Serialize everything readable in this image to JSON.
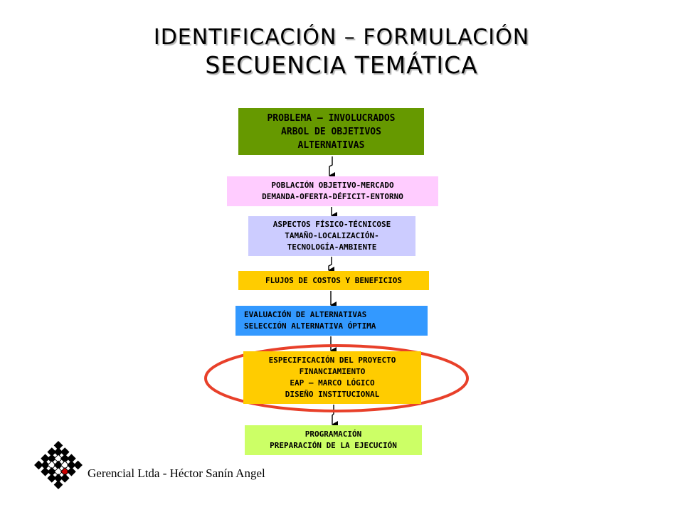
{
  "title": {
    "line1": "IDENTIFICACIÓN – FORMULACIÓN",
    "line2": "SECUENCIA TEMÁTICA"
  },
  "steps": [
    {
      "lines": [
        "PROBLEMA – INVOLUCRADOS",
        "ARBOL DE OBJETIVOS",
        "ALTERNATIVAS"
      ],
      "color": "#669900"
    },
    {
      "lines": [
        "POBLACIÓN OBJETIVO-MERCADO",
        "DEMANDA-OFERTA-DÉFICIT-ENTORNO"
      ],
      "color": "#ffccff"
    },
    {
      "lines": [
        "ASPECTOS FÍSICO-TÉCNICOSE",
        "TAMAÑO-LOCALIZACIÓN-",
        "TECNOLOGÍA-AMBIENTE"
      ],
      "color": "#ccccff"
    },
    {
      "lines": [
        "FLUJOS DE COSTOS Y BENEFICIOS"
      ],
      "color": "#ffcc00"
    },
    {
      "lines": [
        "EVALUACIÓN DE ALTERNATIVAS",
        "SELECCIÓN ALTERNATIVA ÓPTIMA"
      ],
      "color": "#3399ff"
    },
    {
      "lines": [
        "ESPECIFICACIÓN DEL PROYECTO",
        "FINANCIAMIENTO",
        "EAP – MARCO LÓGICO",
        "DISEÑO INSTITUCIONAL"
      ],
      "color": "#ffcc00"
    },
    {
      "lines": [
        "PROGRAMACIÓN",
        "PREPARACIÓN DE LA EJECUCIÓN"
      ],
      "color": "#ccff66"
    }
  ],
  "highlight": {
    "color": "#e8402a"
  },
  "footer": {
    "text": "Gerencial Ltda - Héctor Sanín Angel"
  },
  "logo": {
    "icon": "diamond-grid-logo-icon",
    "dark": "#000000",
    "accent": "#cc0000"
  }
}
